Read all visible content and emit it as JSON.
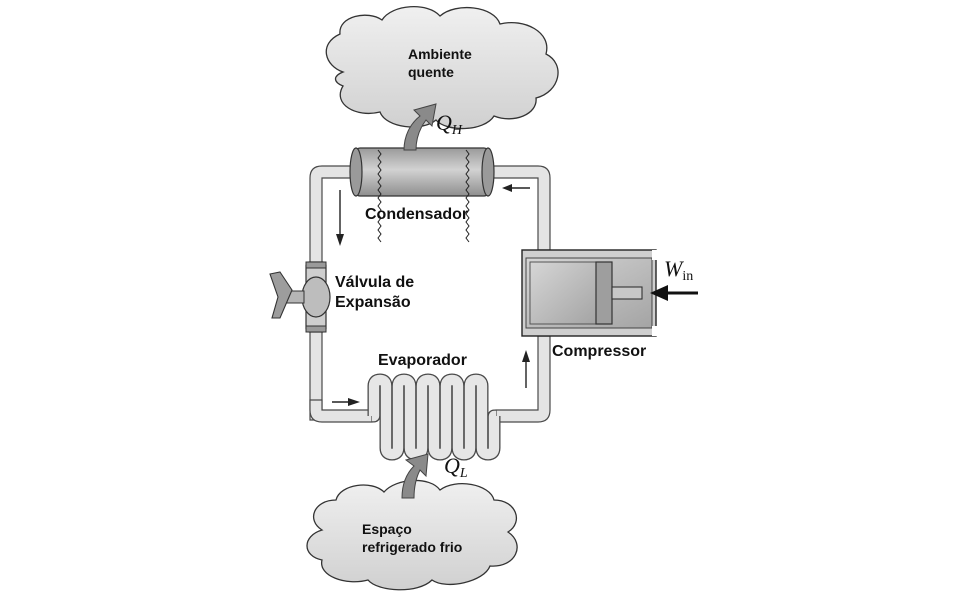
{
  "labels": {
    "hot_env_line1": "Ambiente",
    "hot_env_line2": "quente",
    "condenser": "Condensador",
    "valve_line1": "Válvula de",
    "valve_line2": "Expansão",
    "evaporator": "Evaporador",
    "compressor": "Compressor",
    "cold_space_line1": "Espaço",
    "cold_space_line2": "refrigerado frio"
  },
  "symbols": {
    "q_hot_main": "Q",
    "q_hot_sub": "H",
    "q_cold_main": "Q",
    "q_cold_sub": "L",
    "work_main": "W",
    "work_sub": "in"
  },
  "colors": {
    "pipe_fill": "#e4e4e4",
    "pipe_stroke": "#4a4a4a",
    "component_fill": "#b9b9b9",
    "cloud_fill": "#e2e2e2",
    "arrow_fill": "#8a8a8a"
  }
}
